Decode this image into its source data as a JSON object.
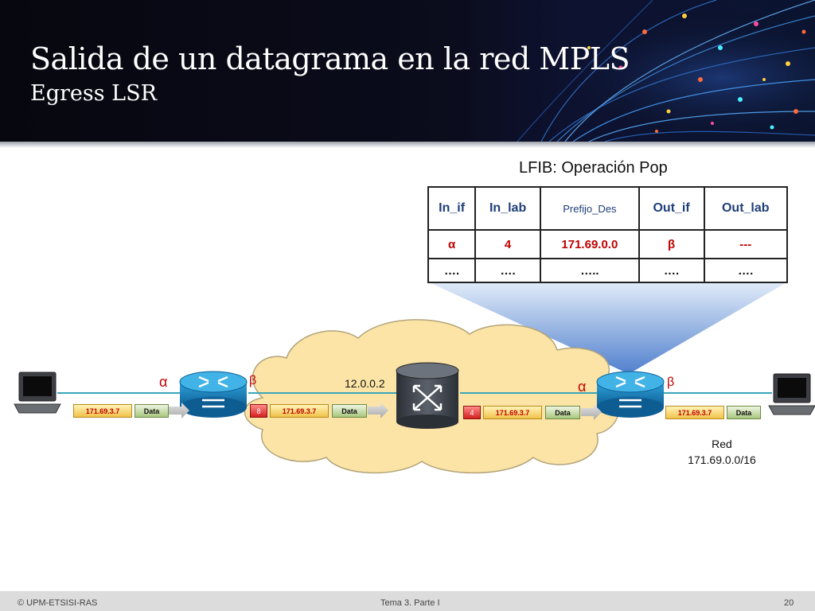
{
  "header": {
    "title": "Salida de un datagrama en la red MPLS",
    "subtitle": "Egress LSR"
  },
  "lfib": {
    "caption": "LFIB: Operación Pop",
    "columns": [
      "In_if",
      "In_lab",
      "Prefijo_Des",
      "Out_if",
      "Out_lab"
    ],
    "rows": [
      [
        "α",
        "4",
        "171.69.0.0",
        "β",
        "---"
      ],
      [
        "….",
        "….",
        "…..",
        "….",
        "…."
      ]
    ]
  },
  "diagram": {
    "router_left": {
      "in_if": "α",
      "out_if": "β"
    },
    "core_switch_ip": "12.0.0.2",
    "router_egress": {
      "in_if": "α",
      "out_if": "β"
    },
    "network": {
      "line1": "Red",
      "line2": "171.69.0.0/16"
    },
    "packets": {
      "p1": {
        "ip": "171.69.3.7",
        "data": "Data"
      },
      "p2": {
        "label": "8",
        "ip": "171.69.3.7",
        "data": "Data"
      },
      "p3": {
        "label": "4",
        "ip": "171.69.3.7",
        "data": "Data"
      },
      "p4": {
        "ip": "171.69.3.7",
        "data": "Data"
      }
    }
  },
  "footer": {
    "left": "© UPM-ETSISI-RAS",
    "center": "Tema 3. Parte I",
    "page": "20"
  },
  "colors": {
    "accent_red": "#c00000",
    "table_header_blue": "#1f3f78",
    "cloud": "#fbe4a6",
    "router_blue": "#1a88c4"
  }
}
